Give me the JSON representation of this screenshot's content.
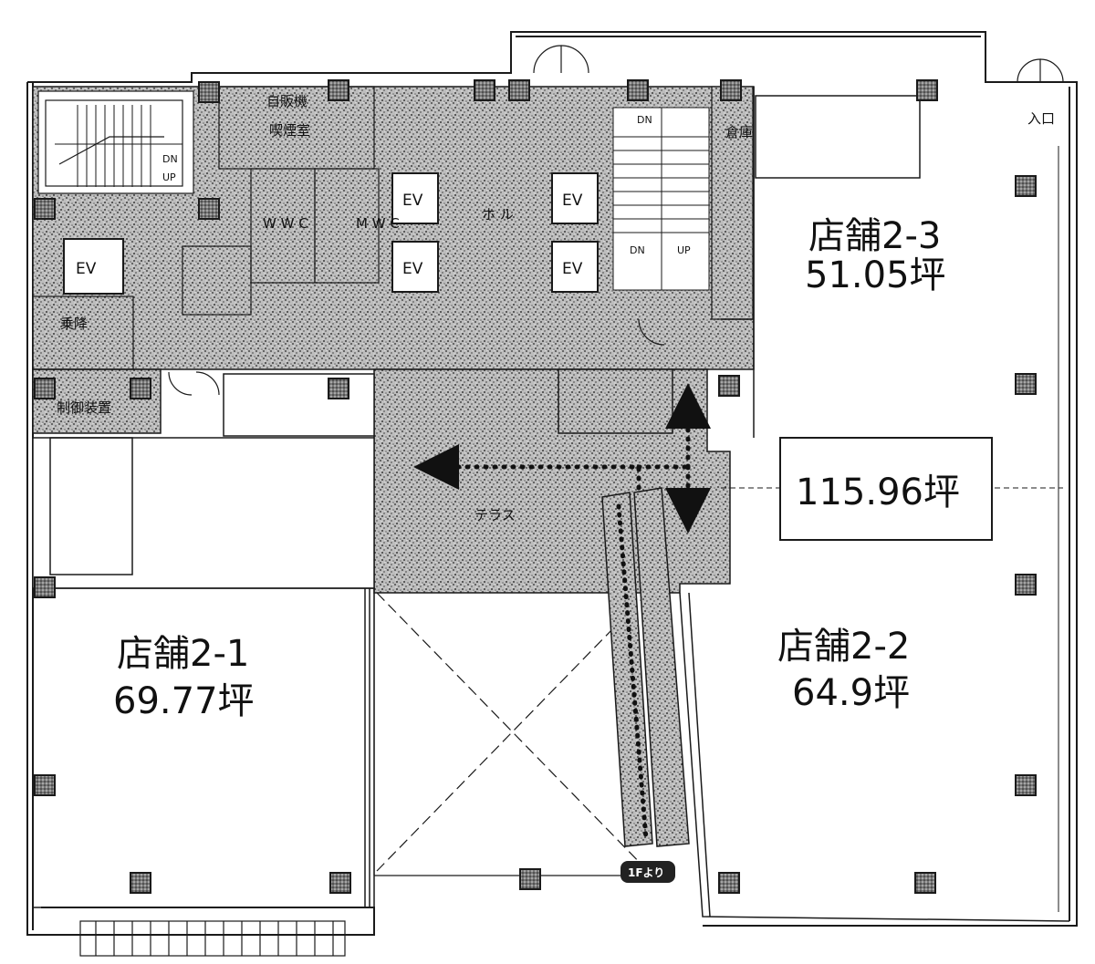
{
  "shops": {
    "shop_2_1": {
      "name": "店舗2-1",
      "area": "69.77坪"
    },
    "shop_2_2": {
      "name": "店舗2-2",
      "area": "64.9坪"
    },
    "shop_2_3": {
      "name": "店舗2-3",
      "area": "51.05坪"
    }
  },
  "combined_area": "115.96坪",
  "rooms": {
    "vending": "自販機",
    "smoking": "喫煙室",
    "ev": "EV",
    "mwc": "M W C",
    "wwc": "W W C",
    "hall": "ホ ル",
    "terrace": "テラス",
    "control": "制御装置",
    "ride": "乗降",
    "entrance": "入口",
    "storage": "倉庫"
  },
  "stair_marks": {
    "dn": "DN",
    "up": "UP"
  },
  "escalator_badge": "1Fより",
  "colors": {
    "ink": "#1a1a1a",
    "hatch": "#8a8a8a",
    "badge": "#222222"
  }
}
